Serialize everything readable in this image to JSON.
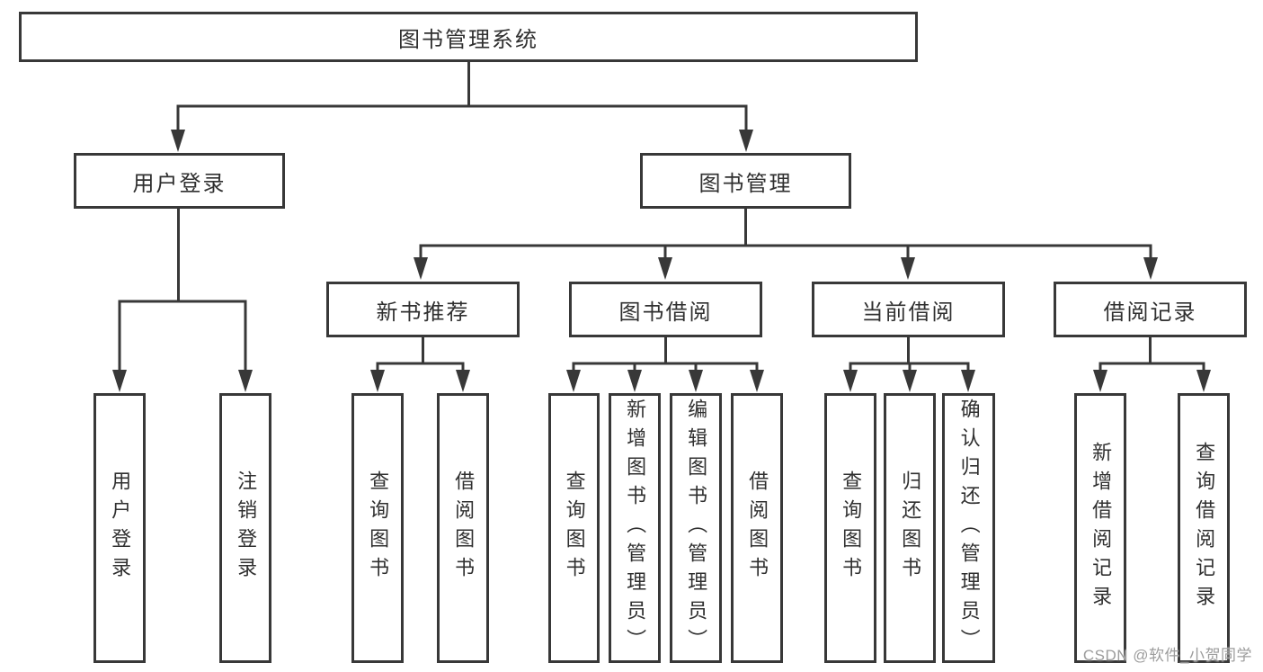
{
  "diagram": {
    "type": "hierarchy-tree",
    "watermark": "CSDN @软件_小贺同学",
    "colors": {
      "line": "#383838",
      "box_border": "#383838",
      "text": "#303030",
      "watermark": "#9c9c9c",
      "background": "#ffffff"
    },
    "structure": {
      "root": {
        "label": "图书管理系统"
      },
      "children": [
        {
          "label": "用户登录",
          "children": [
            {
              "label": "用户登录"
            },
            {
              "label": "注销登录"
            }
          ]
        },
        {
          "label": "图书管理",
          "children": [
            {
              "label": "新书推荐",
              "children": [
                {
                  "label": "查询图书"
                },
                {
                  "label": "借阅图书"
                }
              ]
            },
            {
              "label": "图书借阅",
              "children": [
                {
                  "label": "查询图书"
                },
                {
                  "label": "新增图书（管理员）"
                },
                {
                  "label": "编辑图书（管理员）"
                },
                {
                  "label": "借阅图书"
                }
              ]
            },
            {
              "label": "当前借阅",
              "children": [
                {
                  "label": "查询图书"
                },
                {
                  "label": "归还图书"
                },
                {
                  "label": "确认归还（管理员）"
                }
              ]
            },
            {
              "label": "借阅记录",
              "children": [
                {
                  "label": "新增借阅记录"
                },
                {
                  "label": "查询借阅记录"
                }
              ]
            }
          ]
        }
      ]
    }
  }
}
